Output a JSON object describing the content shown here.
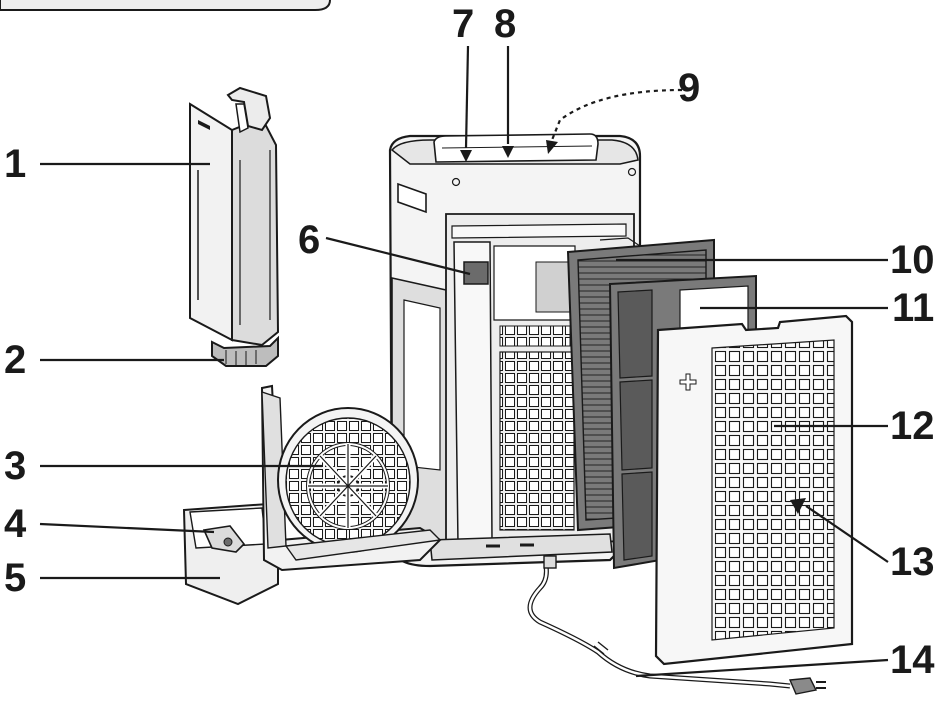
{
  "labels": {
    "n1": "1",
    "n2": "2",
    "n3": "3",
    "n4": "4",
    "n5": "5",
    "n6": "6",
    "n7": "7",
    "n8": "8",
    "n9": "9",
    "n10": "10",
    "n11": "11",
    "n12": "12",
    "n13": "13",
    "n14": "14"
  },
  "colors": {
    "line": "#1a1a1a",
    "body_fill": "#f4f4f4",
    "shadow_fill": "#c8c8c8",
    "dark_panel": "#6b6b6b",
    "grille_fill": "#f7f7f7"
  }
}
